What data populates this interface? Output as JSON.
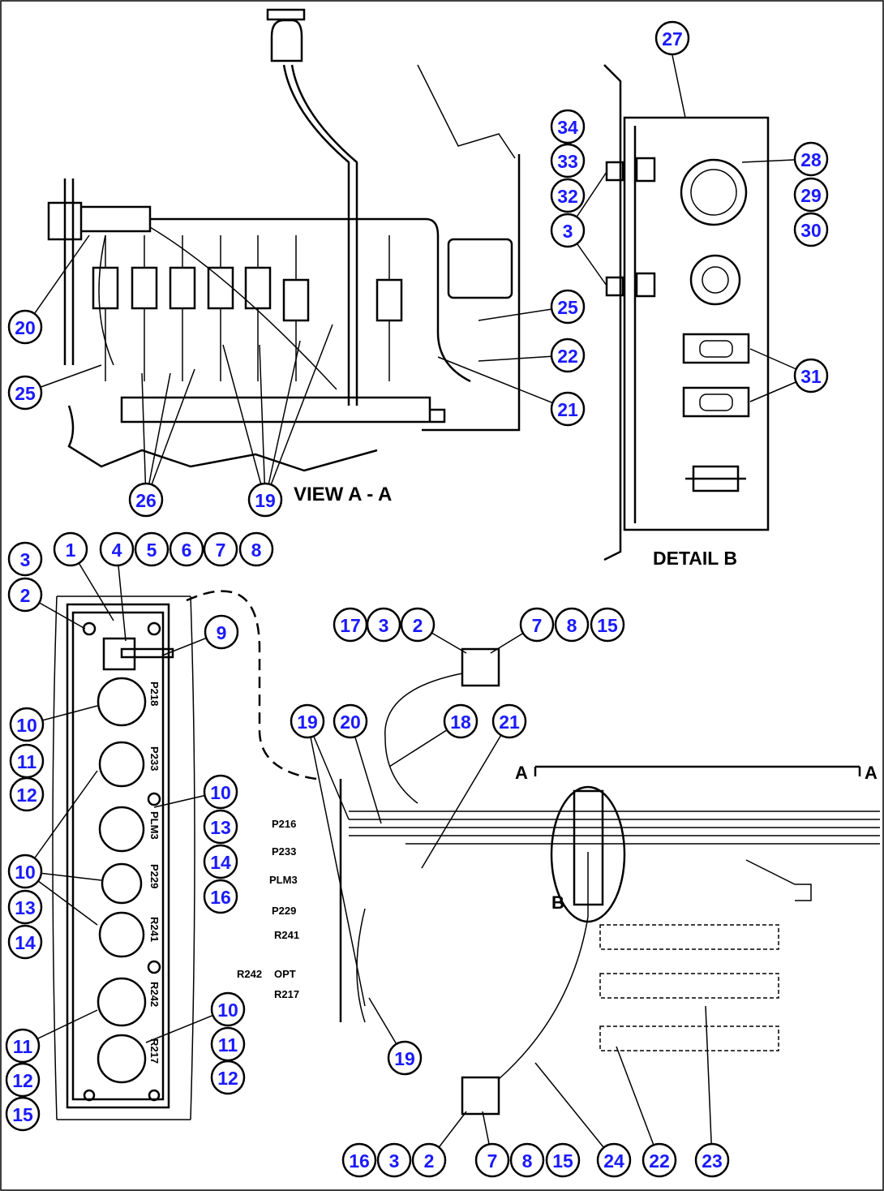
{
  "titles": {
    "view_aa": "VIEW A - A",
    "detail_b": "DETAIL B",
    "section_a_left": "A",
    "section_a_right": "A",
    "detail_marker_b": "B"
  },
  "connector_labels_center": [
    "P216",
    "P233",
    "PLM3",
    "P229",
    "R241",
    "R242",
    "OPT",
    "R217"
  ],
  "panel_labels": [
    "P218",
    "P233",
    "PLM3",
    "P229",
    "R241",
    "R242",
    "R217"
  ],
  "callouts": [
    "27",
    "34",
    "33",
    "32",
    "3",
    "28",
    "29",
    "30",
    "25",
    "22",
    "21",
    "31",
    "20",
    "25",
    "26",
    "19",
    "3",
    "1",
    "4",
    "5",
    "6",
    "7",
    "8",
    "2",
    "9",
    "10",
    "11",
    "12",
    "10",
    "13",
    "14",
    "16",
    "10",
    "13",
    "14",
    "10",
    "11",
    "12",
    "11",
    "12",
    "15",
    "17",
    "3",
    "2",
    "7",
    "8",
    "15",
    "19",
    "20",
    "18",
    "21",
    "19",
    "16",
    "3",
    "2",
    "7",
    "8",
    "15",
    "24",
    "22",
    "23"
  ],
  "colors": {
    "callout_text": "#1a1aff",
    "line": "#000000"
  }
}
